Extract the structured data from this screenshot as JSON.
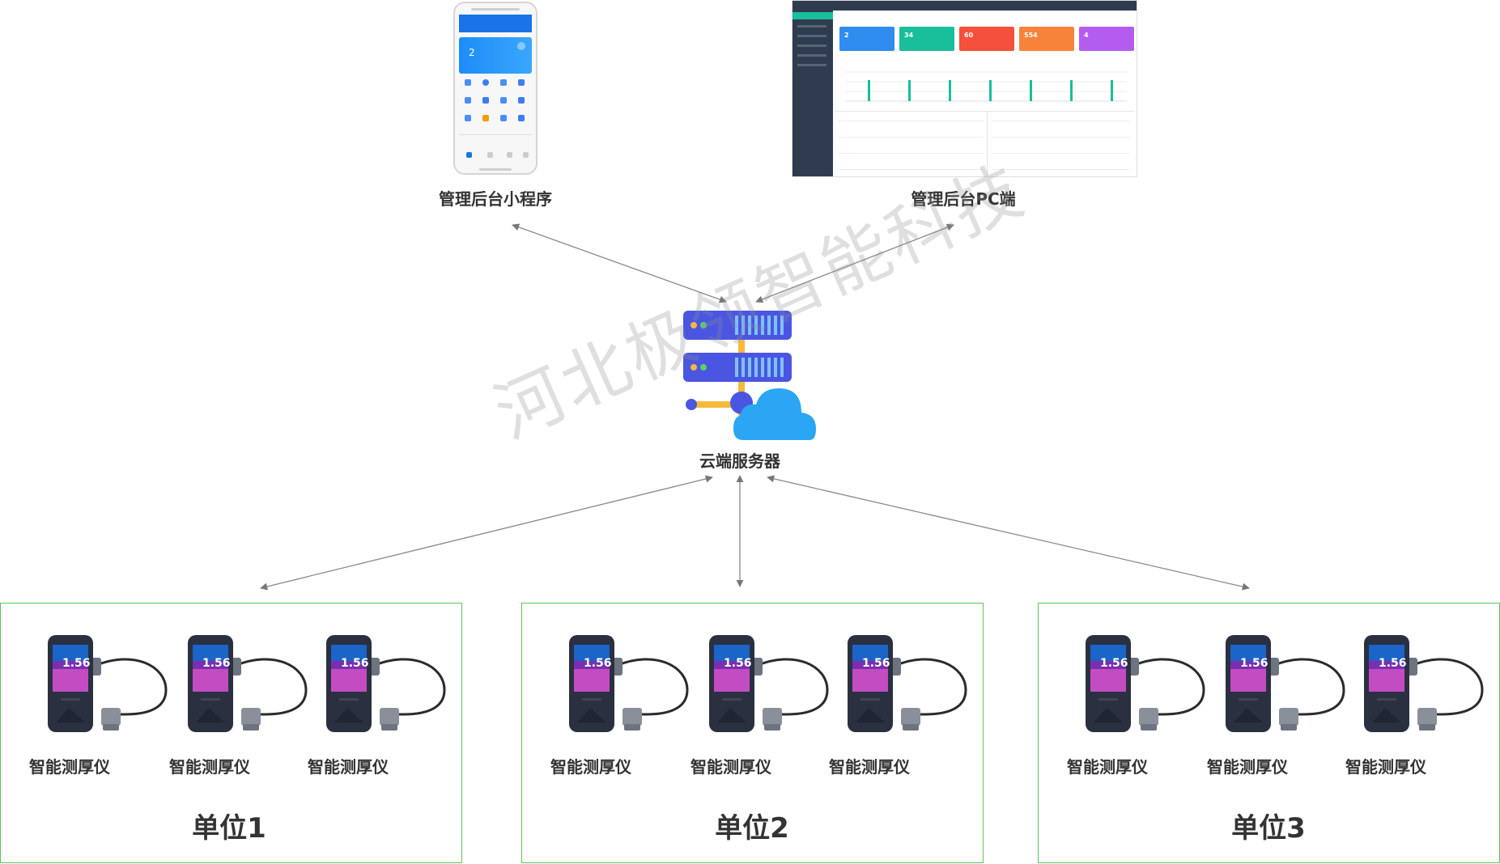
{
  "nodes": {
    "mini_program": "管理后台小程序",
    "pc_admin": "管理后台PC端",
    "cloud_server": "云端服务器"
  },
  "watermark": "河北极领智能科技",
  "device": {
    "label": "智能测厚仪",
    "screen_reading": "1.56"
  },
  "units": [
    {
      "title": "单位1",
      "devices": [
        "智能测厚仪",
        "智能测厚仪",
        "智能测厚仪"
      ]
    },
    {
      "title": "单位2",
      "devices": [
        "智能测厚仪",
        "智能测厚仪",
        "智能测厚仪"
      ]
    },
    {
      "title": "单位3",
      "devices": [
        "智能测厚仪",
        "智能测厚仪",
        "智能测厚仪"
      ]
    }
  ],
  "phone_card": {
    "value": "2"
  },
  "pc_cards": [
    {
      "value": "2",
      "color": "#2f8cf0"
    },
    {
      "value": "34",
      "color": "#19be9b"
    },
    {
      "value": "60",
      "color": "#f5503c"
    },
    {
      "value": "554",
      "color": "#f7833a"
    },
    {
      "value": "4",
      "color": "#b55cf0"
    }
  ],
  "colors": {
    "connector": "#777777",
    "unit_border": "#5bc45b",
    "server_blue": "#4a56e2",
    "cloud_blue": "#2aa6f5",
    "server_trunk": "#f5b93c"
  }
}
